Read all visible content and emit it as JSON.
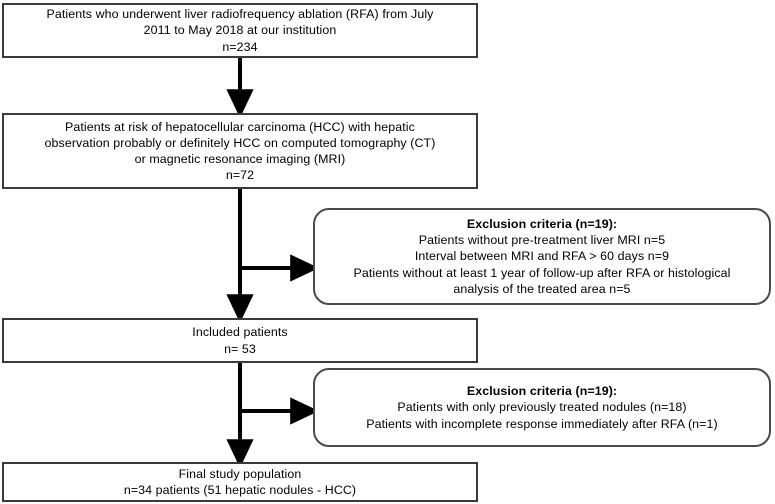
{
  "figure": {
    "type": "flowchart",
    "title": "Patient selection flowchart for liver radiofrequency ablation study",
    "colors": {
      "box_border": "#3a3a3a",
      "rounded_box_border": "#4a4a4a",
      "arrow": "#000000",
      "background": "#ffffff",
      "text": "#000000"
    }
  },
  "nodes": {
    "initial_cohort": {
      "shape": "rectangle",
      "lines": [
        "Patients who underwent liver radiofrequency ablation (RFA) from July",
        "2011 to May 2018 at our institution",
        "n=234"
      ]
    },
    "at_risk_cohort": {
      "shape": "rectangle",
      "lines": [
        "Patients at risk of hepatocellular carcinoma (HCC) with hepatic",
        "observation probably or definitely HCC on computed tomography (CT)",
        "or magnetic resonance imaging (MRI)",
        "n=72"
      ]
    },
    "exclusion_1": {
      "shape": "rounded-rectangle",
      "heading": "Exclusion criteria (n=19):",
      "lines": [
        "Patients without pre-treatment liver MRI n=5",
        "Interval between MRI and RFA > 60 days  n=9",
        "Patients without at least 1 year of follow-up after RFA or histological",
        "analysis of the treated area n=5"
      ]
    },
    "included_patients": {
      "shape": "rectangle",
      "lines": [
        "Included  patients",
        "n= 53"
      ]
    },
    "exclusion_2": {
      "shape": "rounded-rectangle",
      "heading": "Exclusion criteria (n=19):",
      "lines": [
        "Patients with only previously treated nodules (n=18)",
        "Patients with incomplete response immediately after RFA (n=1)"
      ]
    },
    "final_population": {
      "shape": "rectangle",
      "lines": [
        "Final study population",
        "n=34 patients (51 hepatic nodules - HCC)"
      ]
    }
  },
  "edges": [
    {
      "name": "initial-to-at-risk",
      "from": "initial_cohort",
      "to": "at_risk_cohort",
      "direction": "down"
    },
    {
      "name": "at-risk-to-exclusion-1",
      "from": "at_risk_cohort",
      "to": "exclusion_1",
      "direction": "right"
    },
    {
      "name": "at-risk-to-included",
      "from": "at_risk_cohort",
      "to": "included_patients",
      "direction": "down"
    },
    {
      "name": "included-to-exclusion-2",
      "from": "included_patients",
      "to": "exclusion_2",
      "direction": "right"
    },
    {
      "name": "included-to-final",
      "from": "included_patients",
      "to": "final_population",
      "direction": "down"
    }
  ]
}
